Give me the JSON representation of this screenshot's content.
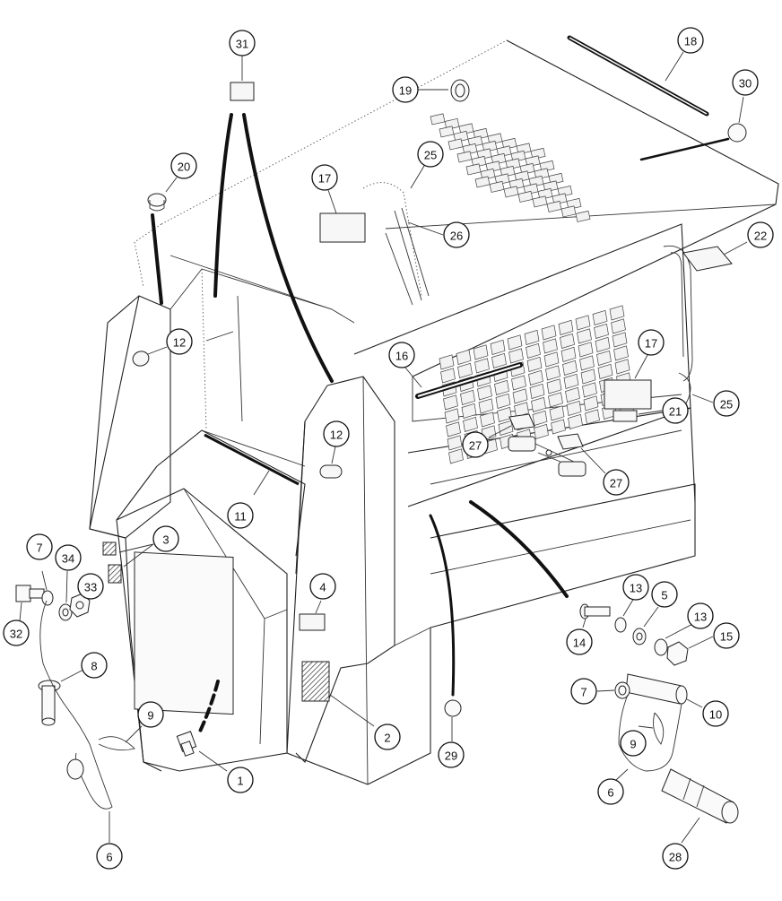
{
  "diagram": {
    "callouts": [
      {
        "id": "c31",
        "label": "31"
      },
      {
        "id": "c18",
        "label": "18"
      },
      {
        "id": "c30",
        "label": "30"
      },
      {
        "id": "c19",
        "label": "19"
      },
      {
        "id": "c20",
        "label": "20"
      },
      {
        "id": "c17a",
        "label": "17"
      },
      {
        "id": "c25a",
        "label": "25"
      },
      {
        "id": "c26",
        "label": "26"
      },
      {
        "id": "c22",
        "label": "22"
      },
      {
        "id": "c12a",
        "label": "12"
      },
      {
        "id": "c16",
        "label": "16"
      },
      {
        "id": "c17b",
        "label": "17"
      },
      {
        "id": "c21",
        "label": "21"
      },
      {
        "id": "c25b",
        "label": "25"
      },
      {
        "id": "c12b",
        "label": "12"
      },
      {
        "id": "c27a",
        "label": "27"
      },
      {
        "id": "c27b",
        "label": "27"
      },
      {
        "id": "c11",
        "label": "11"
      },
      {
        "id": "c3",
        "label": "3"
      },
      {
        "id": "c7a",
        "label": "7"
      },
      {
        "id": "c34",
        "label": "34"
      },
      {
        "id": "c33",
        "label": "33"
      },
      {
        "id": "c32",
        "label": "32"
      },
      {
        "id": "c4",
        "label": "4"
      },
      {
        "id": "c8",
        "label": "8"
      },
      {
        "id": "c13a",
        "label": "13"
      },
      {
        "id": "c5",
        "label": "5"
      },
      {
        "id": "c13b",
        "label": "13"
      },
      {
        "id": "c15",
        "label": "15"
      },
      {
        "id": "c14",
        "label": "14"
      },
      {
        "id": "c7b",
        "label": "7"
      },
      {
        "id": "c10",
        "label": "10"
      },
      {
        "id": "c9a",
        "label": "9"
      },
      {
        "id": "c9b",
        "label": "9"
      },
      {
        "id": "c2",
        "label": "2"
      },
      {
        "id": "c1",
        "label": "1"
      },
      {
        "id": "c29",
        "label": "29"
      },
      {
        "id": "c6a",
        "label": "6"
      },
      {
        "id": "c6b",
        "label": "6"
      },
      {
        "id": "c28",
        "label": "28"
      }
    ]
  }
}
